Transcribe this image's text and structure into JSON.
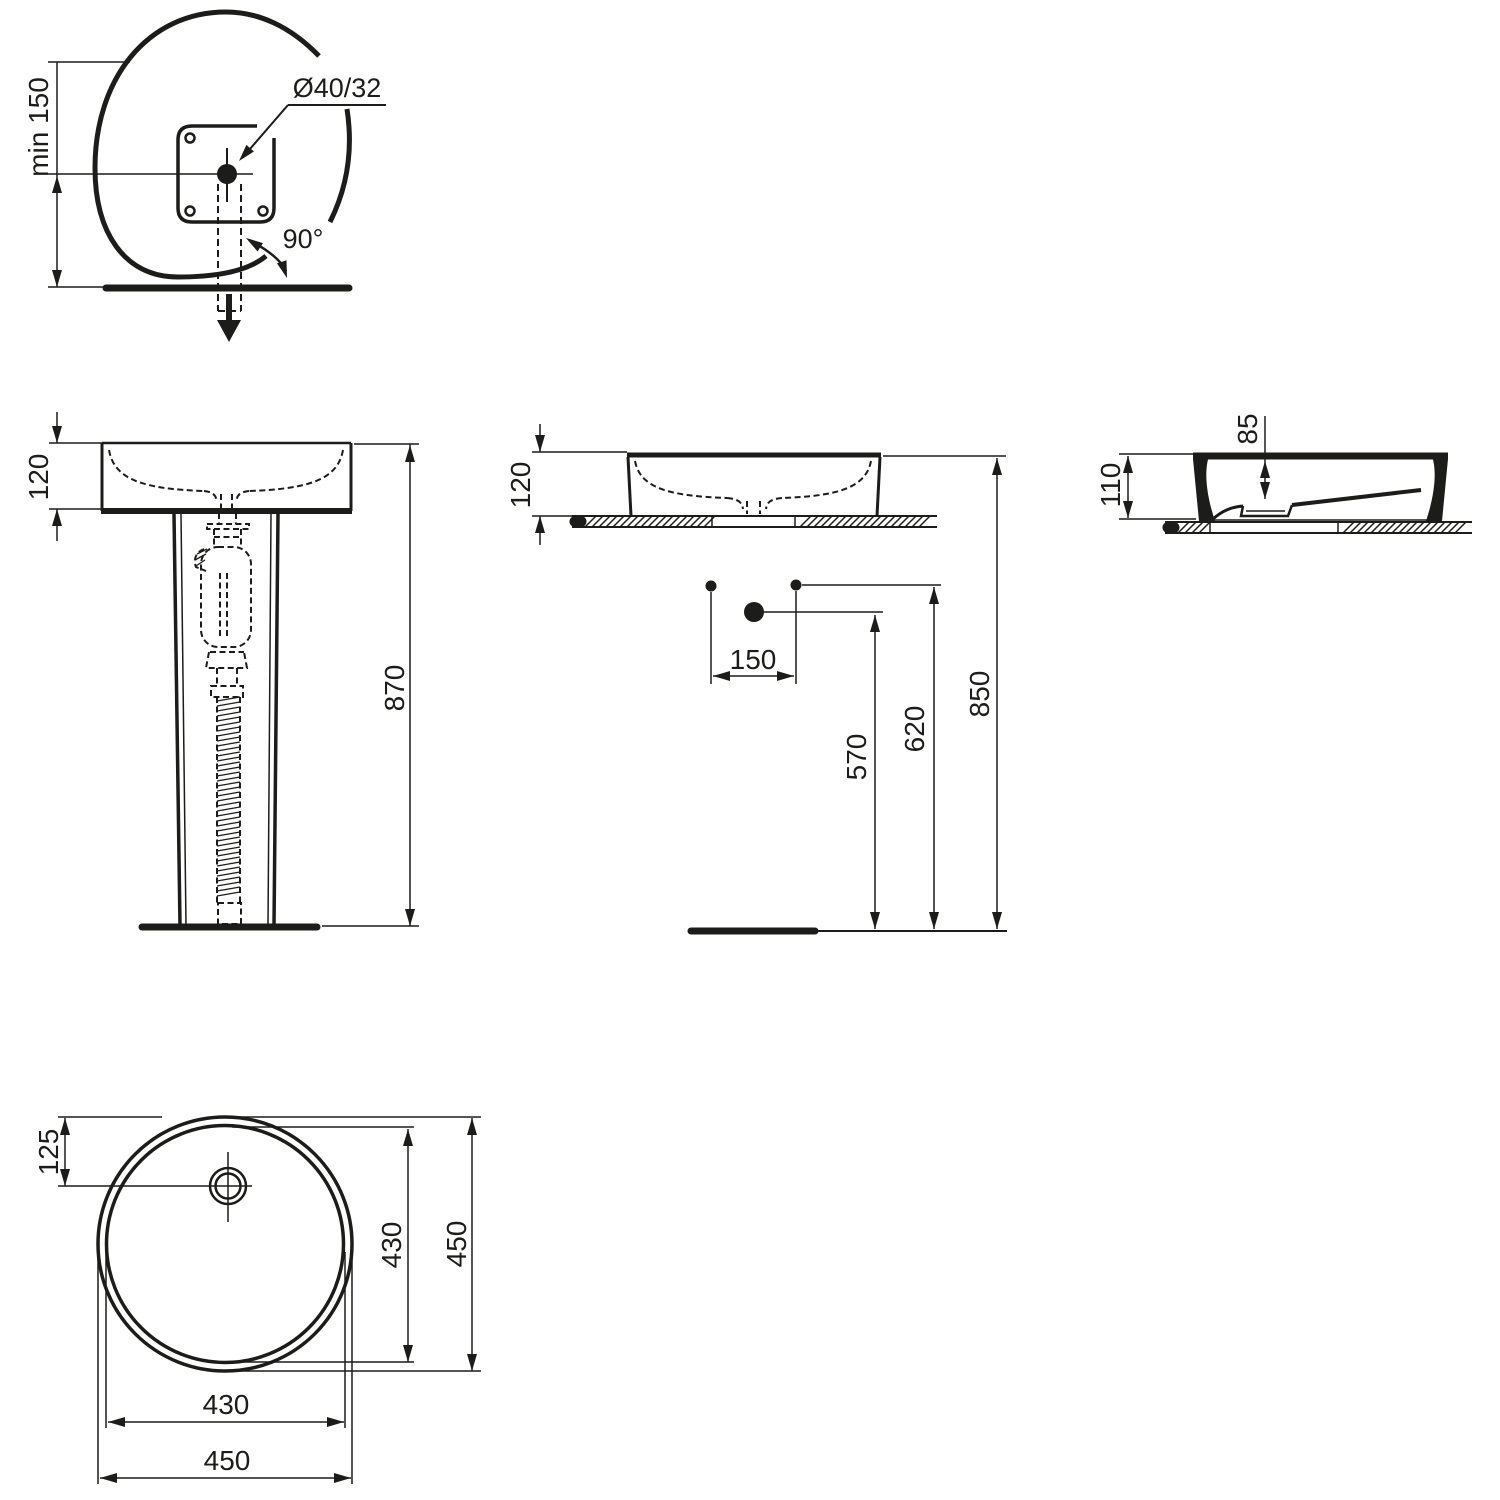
{
  "drawing": {
    "ink_color": "#1c1c1a",
    "background_color": "#ffffff",
    "top_view": {
      "drain_diameter_label": "Ø40/32",
      "min_floor_distance_label": "min 150",
      "swivel_angle_label": "90°"
    },
    "front_view": {
      "basin_height_label": "120",
      "total_height_label": "870"
    },
    "side_view": {
      "basin_height_label": "120",
      "tap_hole_spacing_label": "150",
      "trap_outlet_height_label": "570",
      "supply_height_label": "620",
      "rim_height_label": "850"
    },
    "section_view": {
      "overall_height_label": "110",
      "bowl_depth_label": "85"
    },
    "plan_view": {
      "drain_offset_label": "125",
      "bowl_diameter_vertical_label": "430",
      "outer_diameter_vertical_label": "450",
      "bowl_diameter_horizontal_label": "430",
      "outer_diameter_horizontal_label": "450"
    }
  }
}
